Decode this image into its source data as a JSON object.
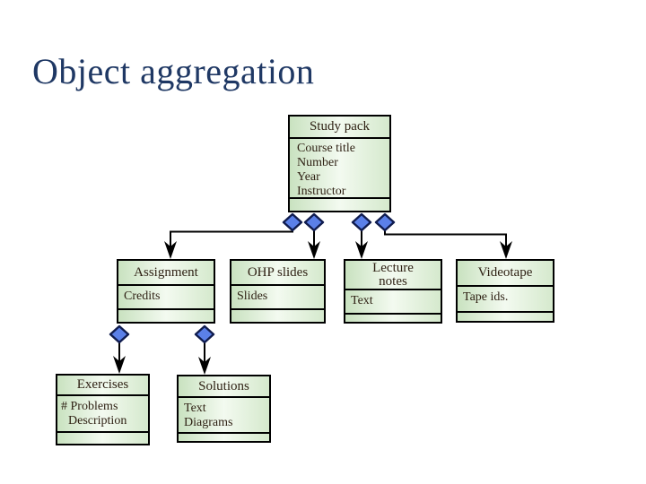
{
  "slide": {
    "title": "Object aggregation"
  },
  "colors": {
    "title_text": "#1f3864",
    "box_fill_edge": "#c9e2c0",
    "box_fill_center": "#f3faf0",
    "box_border": "#000000",
    "box_text": "#2d1f12",
    "diamond_fill": "#5b80e8",
    "diamond_border": "#101c4e",
    "connector": "#000000",
    "background": "#ffffff"
  },
  "diagram": {
    "type": "uml-class-aggregation",
    "nodes": [
      {
        "id": "study-pack",
        "title": "Study pack",
        "attributes": [
          "Course title",
          "Number",
          "Year",
          "Instructor"
        ]
      },
      {
        "id": "assignment",
        "title": "Assignment",
        "attributes": [
          "Credits"
        ]
      },
      {
        "id": "ohp-slides",
        "title": "OHP slides",
        "attributes": [
          "Slides"
        ]
      },
      {
        "id": "lecture-notes",
        "title": "Lecture notes",
        "attributes": [
          "Text"
        ]
      },
      {
        "id": "videotape",
        "title": "Videotape",
        "attributes": [
          "Tape ids."
        ]
      },
      {
        "id": "exercises",
        "title": "Exercises",
        "attributes": [
          "# Problems",
          "Description"
        ]
      },
      {
        "id": "solutions",
        "title": "Solutions",
        "attributes": [
          "Text",
          "Diagrams"
        ]
      }
    ],
    "relations": [
      {
        "from": "study-pack",
        "to": "assignment",
        "type": "aggregation"
      },
      {
        "from": "study-pack",
        "to": "ohp-slides",
        "type": "aggregation"
      },
      {
        "from": "study-pack",
        "to": "lecture-notes",
        "type": "aggregation"
      },
      {
        "from": "study-pack",
        "to": "videotape",
        "type": "aggregation"
      },
      {
        "from": "assignment",
        "to": "exercises",
        "type": "aggregation"
      },
      {
        "from": "assignment",
        "to": "solutions",
        "type": "aggregation"
      }
    ]
  }
}
